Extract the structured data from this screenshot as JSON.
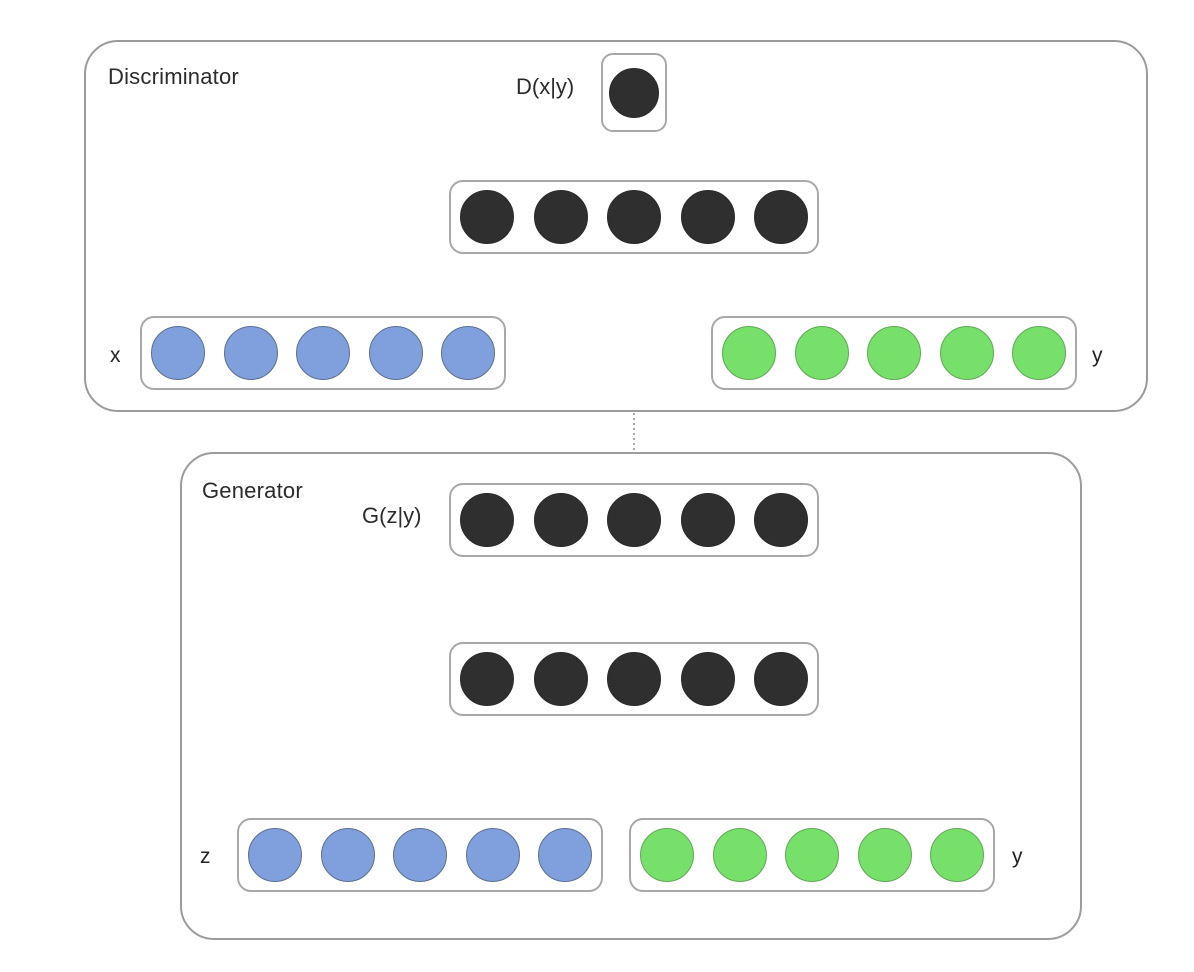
{
  "diagram": {
    "title_visible": false,
    "background": "#ffffff",
    "colors": {
      "dark_node": "#2f2f2f",
      "blue_node": "#7fa0dc",
      "green_node": "#77e06b",
      "panel_border": "#9b9b9b",
      "box_border": "#a8a8a8",
      "wire": "#555555",
      "text": "#2b2b2b"
    }
  },
  "discriminator": {
    "title": "Discriminator",
    "output": {
      "label": "D(x|y)",
      "node_count": 1,
      "node_color": "dark"
    },
    "hidden": {
      "label": "",
      "node_count": 5,
      "node_color": "dark"
    },
    "inputs": [
      {
        "label": "x",
        "label_side": "left",
        "node_count": 5,
        "node_color": "blue"
      },
      {
        "label": "y",
        "label_side": "right",
        "node_count": 5,
        "node_color": "green"
      }
    ]
  },
  "generator": {
    "title": "Generator",
    "output": {
      "label": "G(z|y)",
      "node_count": 5,
      "node_color": "dark"
    },
    "hidden": {
      "label": "",
      "node_count": 5,
      "node_color": "dark"
    },
    "inputs": [
      {
        "label": "z",
        "label_side": "left",
        "node_count": 5,
        "node_color": "blue"
      },
      {
        "label": "y",
        "label_side": "right",
        "node_count": 5,
        "node_color": "green"
      }
    ]
  },
  "connections": [
    {
      "from": "discriminator-hidden",
      "to": "discriminator-output",
      "style": "solid",
      "arrow": true
    },
    {
      "from": "discriminator-input-x",
      "to": "discriminator-hidden",
      "style": "solid",
      "arrow": true
    },
    {
      "from": "discriminator-input-y",
      "to": "discriminator-hidden",
      "style": "solid",
      "arrow": true
    },
    {
      "from": "generator-output",
      "to": "discriminator-hidden",
      "style": "dotted",
      "arrow": true
    },
    {
      "from": "generator-hidden",
      "to": "generator-output",
      "style": "solid",
      "arrow": true
    },
    {
      "from": "generator-input-z",
      "to": "generator-hidden",
      "style": "solid",
      "arrow": true
    },
    {
      "from": "generator-input-y",
      "to": "generator-hidden",
      "style": "solid",
      "arrow": true
    }
  ]
}
